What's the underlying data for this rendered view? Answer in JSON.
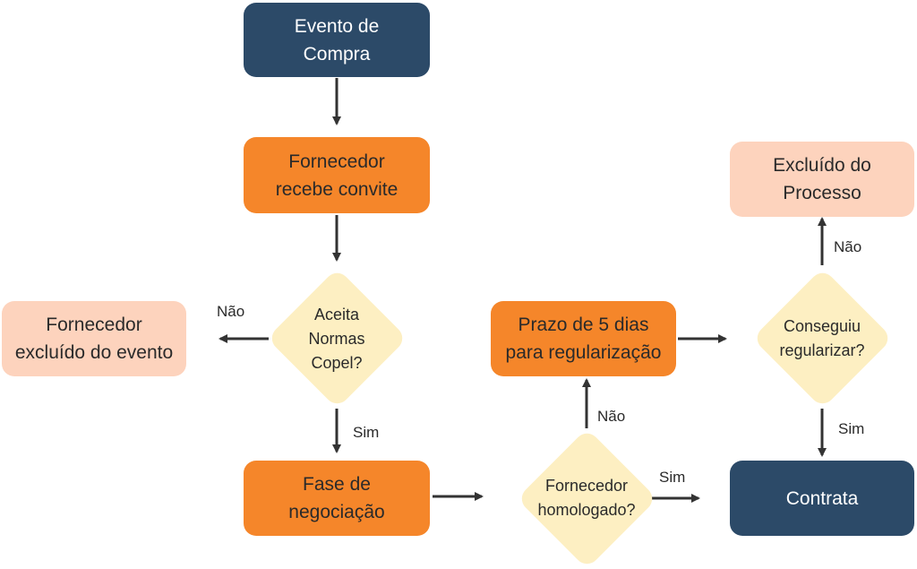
{
  "nodes": {
    "evento_compra": "Evento de\nCompra",
    "fornecedor_convite": "Fornecedor\nrecebe convite",
    "aceita_normas": "Aceita\nNormas\nCopel?",
    "fornecedor_excluido_evento": "Fornecedor\nexcluído do evento",
    "fase_negociacao": "Fase de\nnegociação",
    "fornecedor_homologado": "Fornecedor\nhomologado?",
    "prazo_regularizacao": "Prazo de 5 dias\npara regularização",
    "conseguiu_regularizar": "Conseguiu\nregularizar?",
    "excluido_processo": "Excluído do\nProcesso",
    "contrata": "Contrata"
  },
  "edges": {
    "aceita_nao": "Não",
    "aceita_sim": "Sim",
    "homologado_nao": "Não",
    "homologado_sim": "Sim",
    "conseguiu_nao": "Não",
    "conseguiu_sim": "Sim"
  },
  "colors": {
    "dark_box": "#2c4a68",
    "orange_box": "#f5862a",
    "peach_box": "#fdd3bd",
    "decision": "#fdefc2",
    "arrow": "#333333"
  }
}
